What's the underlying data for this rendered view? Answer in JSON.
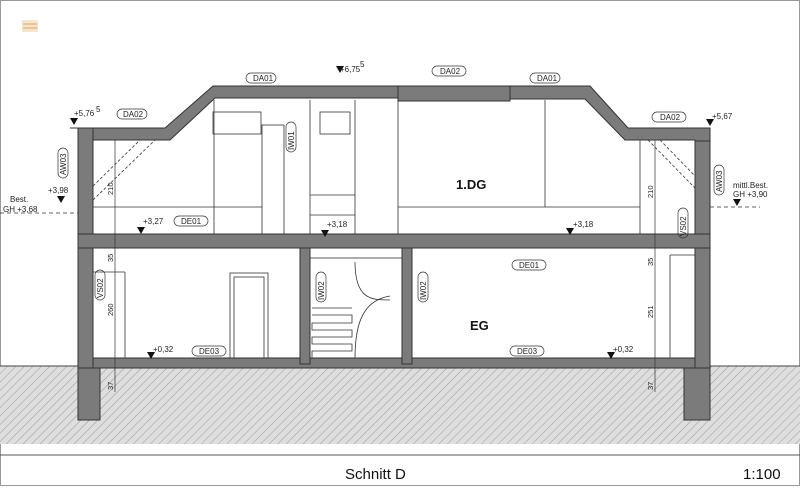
{
  "title_block": {
    "title": "Schnitt D",
    "scale": "1:100",
    "logo_text": "Illegible logo"
  },
  "rooms": {
    "upper": "1.DG",
    "ground": "EG"
  },
  "levels": {
    "ridge": "+6,75",
    "ridge_sup": "5",
    "eave_left": "+5,76",
    "eave_left_sup": "5",
    "eave_right": "+5,67",
    "upper_floor_left": "+3,27",
    "upper_floor_mid": "+3,18",
    "upper_floor_right": "+3,18",
    "ground_floor_left": "+0,32",
    "ground_floor_right": "+0,32",
    "bestand_left": "+3,98",
    "gh_left_line1": "Best.",
    "gh_left_line2": "GH +3,68",
    "gh_right_line1": "mittl.Best.",
    "gh_right_line2": "GH +3,90"
  },
  "tags": {
    "da01_left": "DA01",
    "da02_mid": "DA02",
    "da01_right": "DA01",
    "da02_left": "DA02",
    "da02_right": "DA02",
    "aw03_left": "AW03",
    "aw03_right": "AW03",
    "iw01": "IW01",
    "de01_upper": "DE01",
    "de01_ground": "DE01",
    "vs02_left": "VS02",
    "vs02_right": "VS02",
    "iw02_left": "IW02",
    "iw02_right": "IW02",
    "de03_left": "DE03",
    "de03_right": "DE03"
  },
  "dimensions": {
    "dg_height_left": "210",
    "dg_height_right": "210",
    "slab_left": "35",
    "slab_right": "35",
    "eg_height_left": "260",
    "eg_height_right": "251",
    "base_left": "37",
    "base_right": "37"
  },
  "colors": {
    "wall": "#7b7b7b",
    "ground_hatch": "#d6d6d6",
    "line": "#333333"
  }
}
